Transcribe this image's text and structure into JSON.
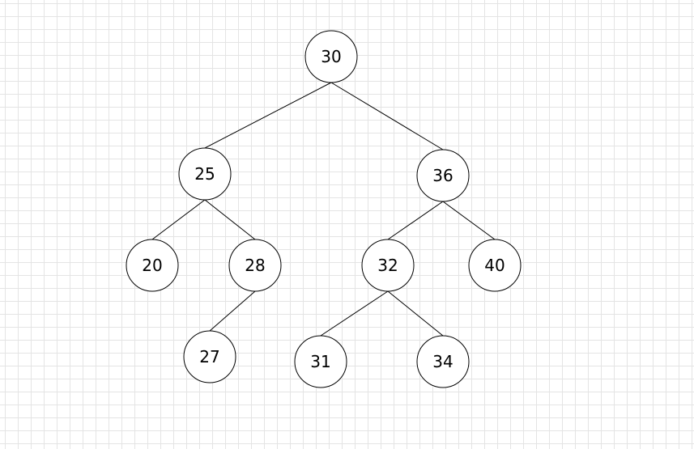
{
  "diagram": {
    "type": "binary-tree",
    "background": "grid",
    "colors": {
      "node_fill": "#ffffff",
      "node_stroke": "#000000",
      "edge": "#000000",
      "grid": "#e4e4e4"
    },
    "nodes": [
      {
        "id": "n30",
        "label": "30"
      },
      {
        "id": "n25",
        "label": "25"
      },
      {
        "id": "n36",
        "label": "36"
      },
      {
        "id": "n20",
        "label": "20"
      },
      {
        "id": "n28",
        "label": "28"
      },
      {
        "id": "n32",
        "label": "32"
      },
      {
        "id": "n40",
        "label": "40"
      },
      {
        "id": "n27",
        "label": "27"
      },
      {
        "id": "n31",
        "label": "31"
      },
      {
        "id": "n34",
        "label": "34"
      }
    ],
    "edges": [
      {
        "from": "n30",
        "to": "n25"
      },
      {
        "from": "n30",
        "to": "n36"
      },
      {
        "from": "n25",
        "to": "n20"
      },
      {
        "from": "n25",
        "to": "n28"
      },
      {
        "from": "n28",
        "to": "n27"
      },
      {
        "from": "n36",
        "to": "n32"
      },
      {
        "from": "n36",
        "to": "n40"
      },
      {
        "from": "n32",
        "to": "n31"
      },
      {
        "from": "n32",
        "to": "n34"
      }
    ]
  }
}
